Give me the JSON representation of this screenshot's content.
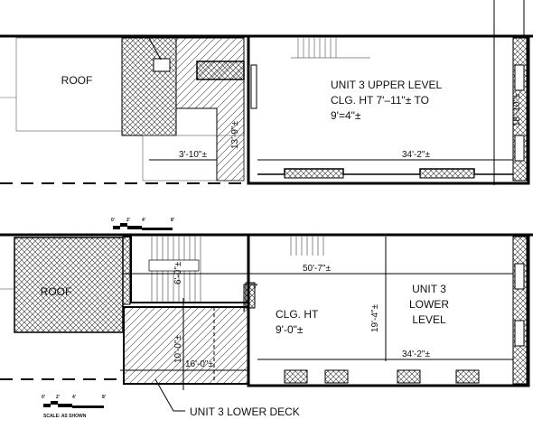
{
  "upper_plan": {
    "roof_label": "ROOF",
    "unit_title": [
      "UNIT 3 UPPER LEVEL",
      "CLG. HT 7'–11\"± TO",
      "9'=4\"±"
    ],
    "dims": {
      "stair_width": "3'-10\"±",
      "stair_length": "13'-9\"±",
      "unit_depth": "18'-10\"±",
      "unit_length": "34'-2\"±"
    }
  },
  "lower_plan": {
    "roof_label": "ROOF",
    "unit_title": [
      "UNIT 3",
      "LOWER",
      "LEVEL"
    ],
    "ceiling": [
      "CLG. HT",
      "9'-0\"±"
    ],
    "dims": {
      "overall_length": "50'-7\"±",
      "stair_dim": "6'-0\"±",
      "unit_depth": "19'-4\"±",
      "deck_depth": "10'-0\"±",
      "deck_width": "16'-0\"±",
      "unit_length": "34'-2\"±"
    },
    "deck_callout": "UNIT 3 LOWER DECK"
  },
  "scale_bar": {
    "ticks": [
      "0'",
      "2'",
      "4'",
      "8'"
    ],
    "label": "SCALE: AS SHOWN"
  }
}
